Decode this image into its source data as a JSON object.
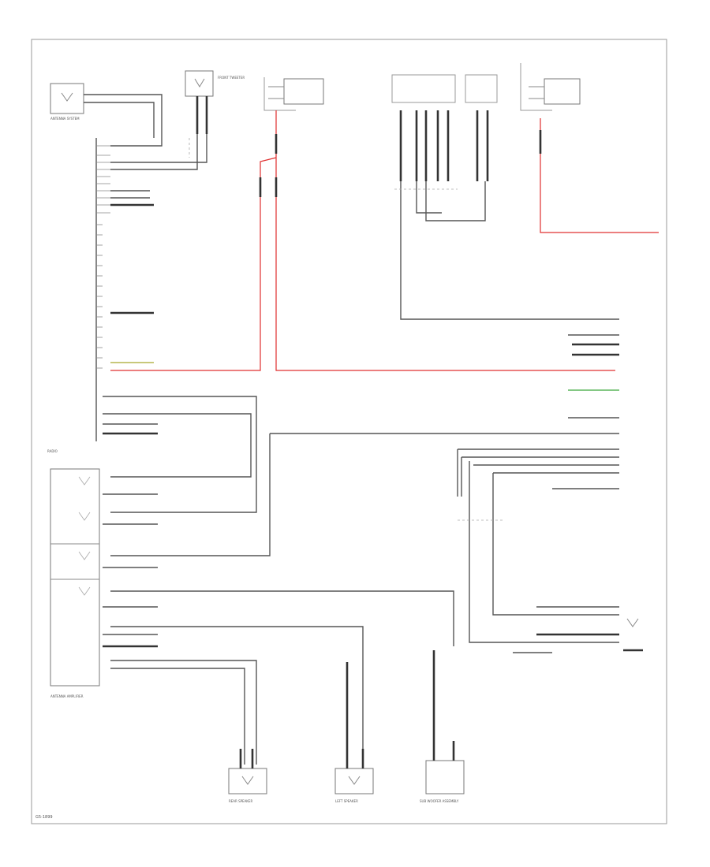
{
  "diagram": {
    "components": [
      {
        "id": "c1",
        "label": "ANTENNA SYSTEM"
      },
      {
        "id": "c2",
        "label": "FRONT TWEETER"
      },
      {
        "id": "c3",
        "label": "RADIO"
      },
      {
        "id": "c4",
        "label": "ANTENNA AMPLIFIER"
      },
      {
        "id": "c5",
        "label": "REAR SPEAKER"
      },
      {
        "id": "c6",
        "label": "LEFT SPEAKER"
      },
      {
        "id": "c7",
        "label": "SUB WOOFER ASSEMBLY"
      }
    ],
    "corner_label": "G5-1899",
    "wire_colors": {
      "power": "#e03030",
      "signal": "#3aa63a",
      "ground": "#333333",
      "generic": "#555555"
    }
  }
}
